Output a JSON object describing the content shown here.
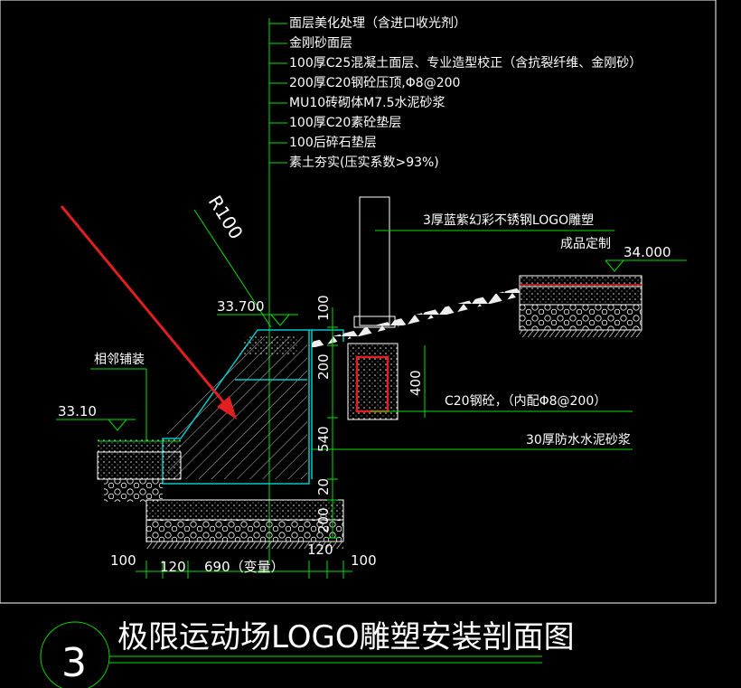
{
  "layer_labels": [
    "面层美化处理（含进口收光剂）",
    "金刚砂面层",
    "100厚C25混凝土面层、专业造型校正（含抗裂纤维、金刚砂）",
    "200厚C20钢砼压顶,Φ8@200",
    "MU10砖砌体M7.5水泥砂浆",
    "100厚C20素砼垫层",
    "100后碎石垫层",
    "素土夯实(压实系数>93%)"
  ],
  "radius_label": "R100",
  "elevations": {
    "left_top": "33.700",
    "left_low": "33.10",
    "right": "34.000"
  },
  "callouts": {
    "adjacent": "相邻铺装",
    "logo_1": "3厚蓝紫幻彩不锈钢LOGO雕塑",
    "logo_2": "成品定制",
    "rebar": "C20钢砼，（内配Φ8@200）",
    "mortar": "30厚防水水泥砂浆"
  },
  "dims_vertical": [
    "100",
    "200",
    "400",
    "540",
    "20",
    "200"
  ],
  "dims_bottom": [
    "100",
    "120",
    "690（变量）",
    "120",
    "100"
  ],
  "title": "极限运动场LOGO雕塑安装剖面图",
  "section_number": "3",
  "colors": {
    "background": "#000000",
    "text": "#ffffff",
    "leader": "#00e000",
    "outline": "#00c8c8",
    "arrow": "#e02020",
    "rebar": "#e02020"
  }
}
